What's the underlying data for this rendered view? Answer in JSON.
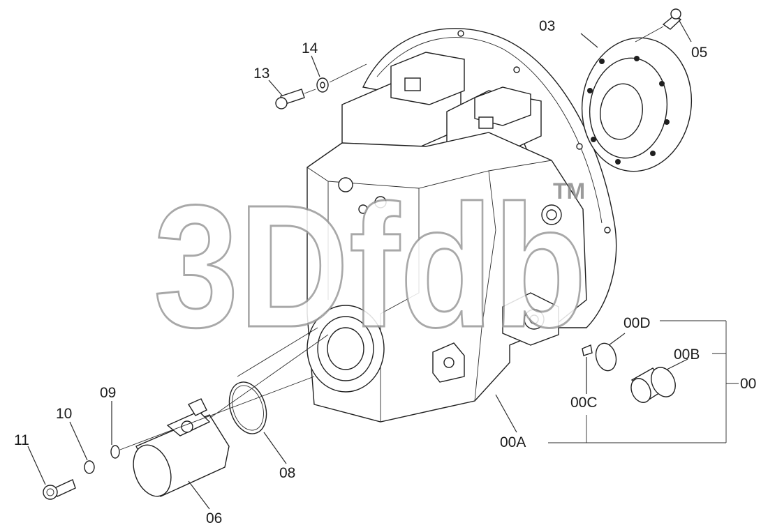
{
  "watermark": {
    "text": "3Dfdb",
    "tm": "TM"
  },
  "labels": {
    "p00": "00",
    "p00A": "00A",
    "p00B": "00B",
    "p00C": "00C",
    "p00D": "00D",
    "p03": "03",
    "p05": "05",
    "p06": "06",
    "p08": "08",
    "p09": "09",
    "p10": "10",
    "p11": "11",
    "p13": "13",
    "p14": "14"
  }
}
